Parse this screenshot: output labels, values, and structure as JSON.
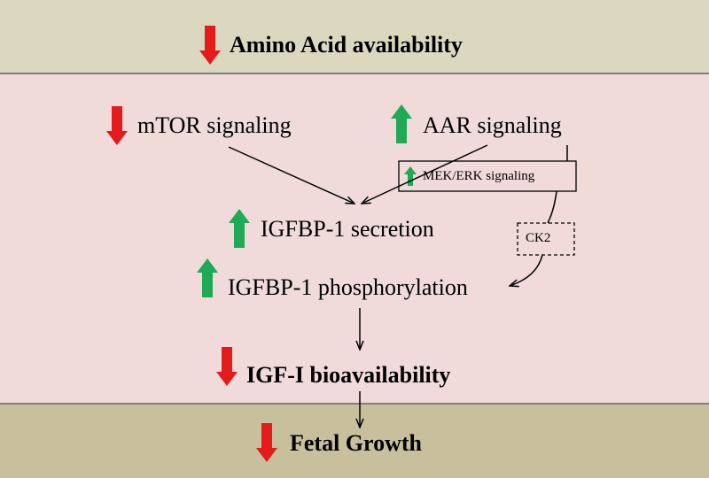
{
  "diagram": {
    "bands": {
      "top": {
        "color": "#dcd8c0"
      },
      "middle": {
        "color": "#f0dada"
      },
      "bottom": {
        "color": "#c8c09c"
      }
    },
    "colors": {
      "increase_arrow": "#1faa55",
      "decrease_arrow": "#e31b1b",
      "line": "#000000"
    },
    "nodes": {
      "amino_acid": {
        "label": "Amino Acid availability",
        "direction": "down"
      },
      "mtor": {
        "label": "mTOR signaling",
        "direction": "down"
      },
      "aar": {
        "label": "AAR signaling",
        "direction": "up"
      },
      "mek_erk": {
        "label": "MEK/ERK signaling",
        "direction": "up"
      },
      "igfbp1_secretion": {
        "label": "IGFBP-1 secretion",
        "direction": "up"
      },
      "ck2": {
        "label": "CK2"
      },
      "igfbp1_phosphorylation": {
        "label": "IGFBP-1 phosphorylation",
        "direction": "up"
      },
      "igf1": {
        "label": "IGF-I bioavailability",
        "direction": "down"
      },
      "fetal_growth": {
        "label": "Fetal Growth",
        "direction": "down"
      }
    },
    "edges": [
      {
        "from": "mtor",
        "to": "igfbp1_secretion"
      },
      {
        "from": "aar",
        "to": "igfbp1_secretion"
      },
      {
        "from": "mek_erk",
        "to": "ck2"
      },
      {
        "from": "ck2",
        "to": "igfbp1_phosphorylation"
      },
      {
        "from": "igfbp1_phosphorylation",
        "to": "igf1"
      },
      {
        "from": "igf1",
        "to": "fetal_growth"
      }
    ]
  }
}
